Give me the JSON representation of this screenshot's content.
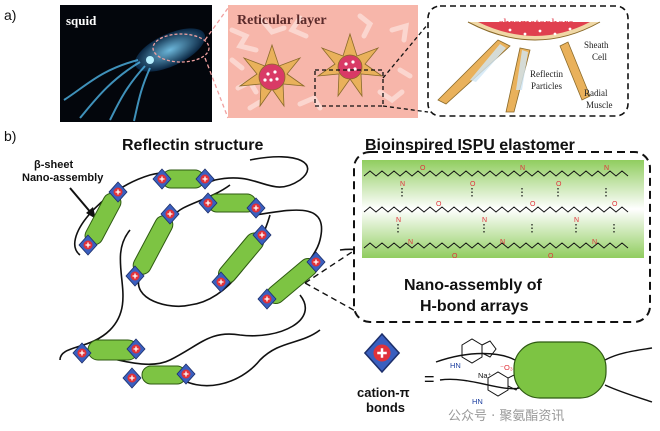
{
  "panel_a": {
    "label": "a)",
    "photo_label": "squid",
    "reticular_title": "Reticular layer",
    "chromatophore_title": "chromatophore",
    "sheath_cell": [
      "Sheath",
      "Cell"
    ],
    "reflectin_particles": [
      "Reflectin",
      "Particles"
    ],
    "radial_muscle": [
      "Radial",
      "Muscle"
    ]
  },
  "panel_b": {
    "label": "b)",
    "reflectin_title": "Reflectin structure",
    "beta_sheet": [
      "β-sheet",
      "Nano-assembly"
    ],
    "elastomer_title": "Bioinspired ISPU elastomer",
    "nano_assembly": [
      "Nano-assembly of",
      "H-bond arrays"
    ],
    "cation_label": [
      "cation-π",
      "bonds"
    ],
    "equals": "=",
    "chem_nh": "HN",
    "chem_na": "Na⁺",
    "chem_so3": "⁻O₃S",
    "chem_nh2": "HN"
  },
  "watermark": "公众号 · 聚氨酯资讯",
  "colors": {
    "green": "#7dc443",
    "blue_diamond": "#3a5fbf",
    "red": "#e0323a",
    "pink_bg": "#f7b6aa",
    "chromatophore": "#e0404f"
  }
}
